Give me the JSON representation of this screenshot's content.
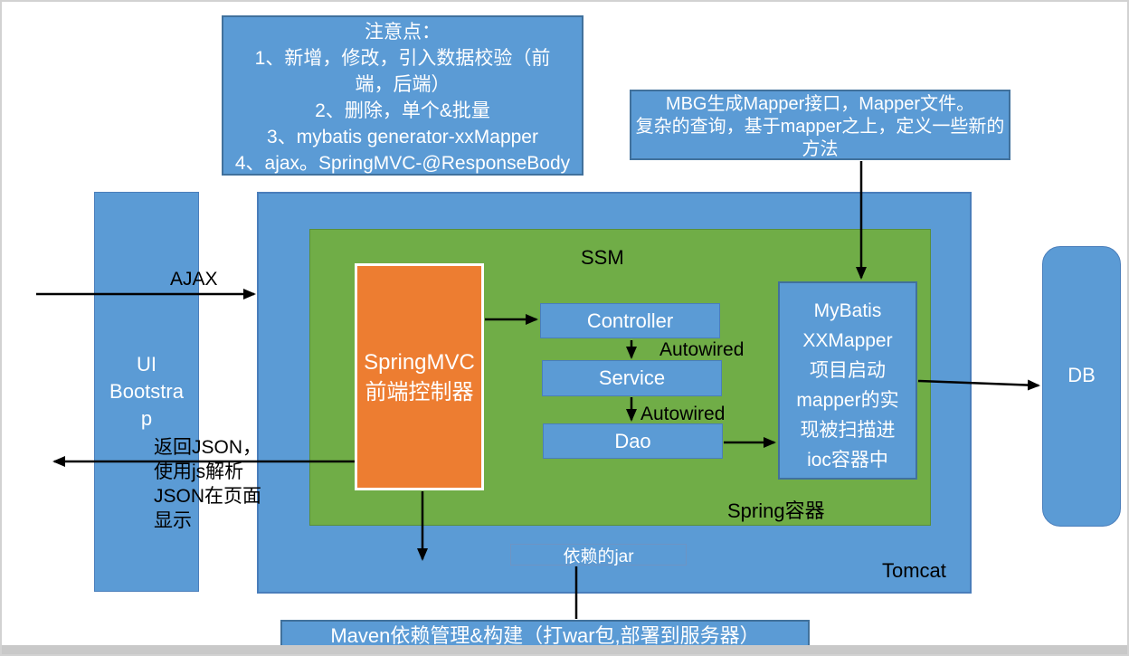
{
  "colors": {
    "box_blue": "#5B9BD5",
    "box_blue_border": "#41719C",
    "container_green": "#70AD47",
    "accent_orange": "#ED7D31",
    "arrow_black": "#000000",
    "frame_gray": "#C9C9C9"
  },
  "notes_box": {
    "lines": [
      "注意点：",
      "1、新增，修改，引入数据校验（前",
      "端，后端）",
      "2、删除，单个&批量",
      "3、mybatis generator-xxMapper",
      "4、ajax。SpringMVC-@ResponseBody"
    ]
  },
  "mbg_box": {
    "lines": [
      "MBG生成Mapper接口，Mapper文件。",
      "复杂的查询，基于mapper之上，定义一些新的",
      "方法"
    ]
  },
  "ui_box": {
    "lines": [
      "UI",
      "Bootstra",
      "p"
    ]
  },
  "springmvc_box": {
    "lines": [
      "SpringMVC",
      "前端控制器"
    ]
  },
  "mybatis_box": {
    "lines": [
      "MyBatis",
      "XXMapper",
      "项目启动",
      "mapper的实",
      "现被扫描进",
      "ioc容器中"
    ]
  },
  "return_json_text": {
    "lines": [
      "返回JSON，",
      "使用js解析",
      "JSON在页面",
      "显示"
    ]
  },
  "labels": {
    "ajax": "AJAX",
    "ssm": "SSM",
    "controller": "Controller",
    "service": "Service",
    "dao": "Dao",
    "autowired_controller_service": "Autowired",
    "autowired_service_dao": "Autowired",
    "spring_container": "Spring容器",
    "tomcat": "Tomcat",
    "db": "DB",
    "jar": "依赖的jar",
    "maven": "Maven依赖管理&构建（打war包,部署到服务器）"
  }
}
